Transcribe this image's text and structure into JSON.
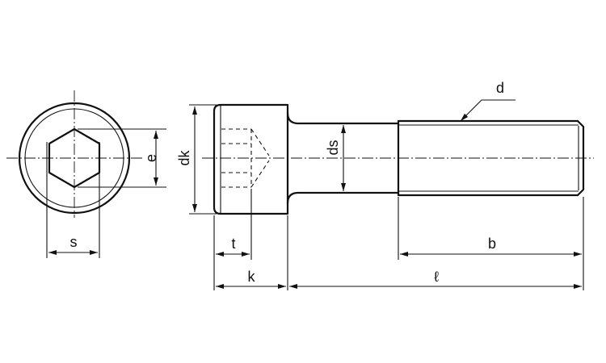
{
  "labels": {
    "e": "e",
    "s": "s",
    "dk": "dk",
    "ds": "ds",
    "d": "d",
    "t": "t",
    "k": "k",
    "b": "b",
    "l": "ℓ"
  }
}
